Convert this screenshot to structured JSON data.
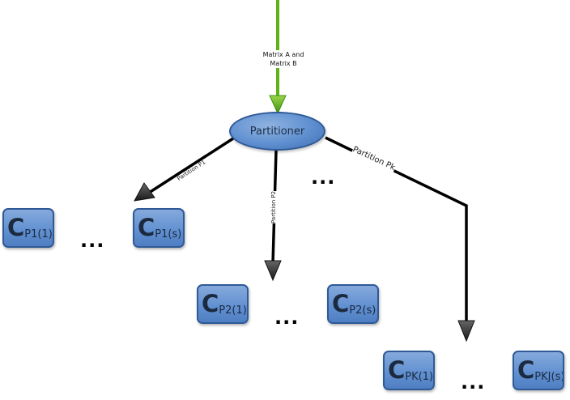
{
  "input_label_line1": "Matrix A and",
  "input_label_line2": "Matrix B",
  "partitioner_label": "Partitioner",
  "edges": {
    "p1": "Partition P1",
    "p2": "Partition P2",
    "pk": "Partition Pk"
  },
  "blocks": {
    "p1_first": {
      "letter": "C",
      "sub": "P1(1)"
    },
    "p1_last": {
      "letter": "C",
      "sub": "P1(s)"
    },
    "p2_first": {
      "letter": "C",
      "sub": "P2(1)"
    },
    "p2_last": {
      "letter": "C",
      "sub": "P2(s)"
    },
    "pk_first": {
      "letter": "C",
      "sub": "PK(1)"
    },
    "pk_last": {
      "letter": "C",
      "sub": "PKJ(s)"
    }
  },
  "ellipsis": "...",
  "colors": {
    "input_arrow": "#5fb31a",
    "node_fill": "#5f8fd0",
    "node_border": "#2f5a96",
    "edge": "#000000"
  }
}
